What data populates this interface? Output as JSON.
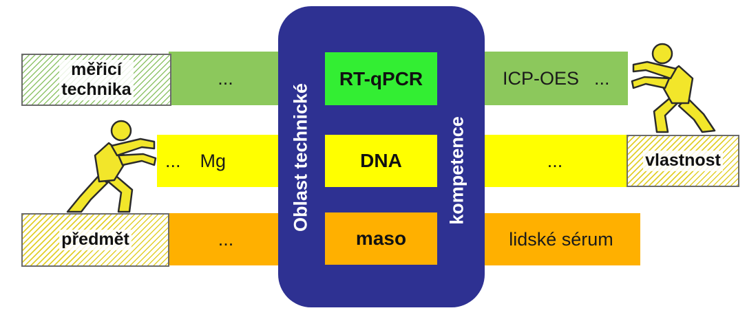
{
  "center": {
    "left_label": "Oblast technické",
    "right_label": "kompetence",
    "items": [
      "RT-qPCR",
      "DNA",
      "maso"
    ]
  },
  "rows": {
    "top": {
      "box_label_line1": "měřicí",
      "box_label_line2": "technika",
      "left_text": "...",
      "right_text": "ICP-OES",
      "right_dots": "..."
    },
    "middle": {
      "left_dots": "...",
      "left_text": "Mg",
      "right_text": "...",
      "box_label": "vlastnost"
    },
    "bottom": {
      "box_label": "předmět",
      "left_text": "...",
      "right_text": "lidské sérum"
    }
  },
  "colors": {
    "center": "#2e3192",
    "green": "#8cc85c",
    "bright_green": "#33ee33",
    "yellow": "#ffff00",
    "orange": "#ffb000",
    "figure": "#f2e62a"
  },
  "icons": [
    "pushing-figure-icon",
    "pushing-figure-icon"
  ]
}
